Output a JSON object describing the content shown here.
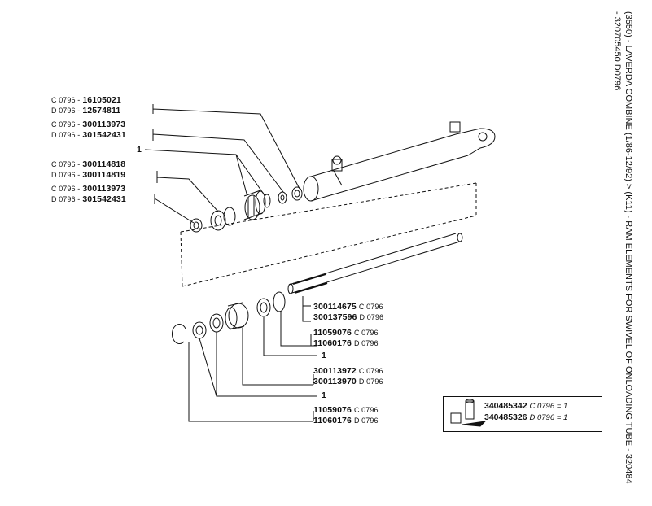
{
  "title_line1": "(3550) - LAVERDA COMBINE (1/86-12/92) > (K11) - RAM ELEMENTS FOR SWIVEL OF ONLOADING TUBE - 320484",
  "title_line2": "- 320705450 D0796",
  "labels": {
    "g1a": {
      "prefix": "C 0796 -",
      "code": "16105021"
    },
    "g1b": {
      "prefix": "D 0796 -",
      "code": "12574811"
    },
    "g2a": {
      "prefix": "C 0796 -",
      "code": "300113973"
    },
    "g2b": {
      "prefix": "D 0796 -",
      "code": "301542431"
    },
    "q1": "1",
    "g3a": {
      "prefix": "C 0796 -",
      "code": "300114818"
    },
    "g3b": {
      "prefix": "D 0796 -",
      "code": "300114819"
    },
    "g4a": {
      "prefix": "C 0796 -",
      "code": "300113973"
    },
    "g4b": {
      "prefix": "D 0796 -",
      "code": "301542431"
    },
    "r1a": {
      "code": "300114675",
      "suffix": "C 0796"
    },
    "r1b": {
      "code": "300137596",
      "suffix": "D 0796"
    },
    "r2a": {
      "code": "11059076",
      "suffix": "C 0796"
    },
    "r2b": {
      "code": "11060176",
      "suffix": "D 0796"
    },
    "q2": "1",
    "r3a": {
      "code": "300113972",
      "suffix": "C 0796"
    },
    "r3b": {
      "code": "300113970",
      "suffix": "D 0796"
    },
    "q3": "1",
    "r4a": {
      "code": "11059076",
      "suffix": "C 0796"
    },
    "r4b": {
      "code": "11060176",
      "suffix": "D 0796"
    }
  },
  "kit": {
    "a": {
      "code": "340485342",
      "suffix": "C 0796 = 1"
    },
    "b": {
      "code": "340485326",
      "suffix": "D 0796 = 1"
    }
  }
}
